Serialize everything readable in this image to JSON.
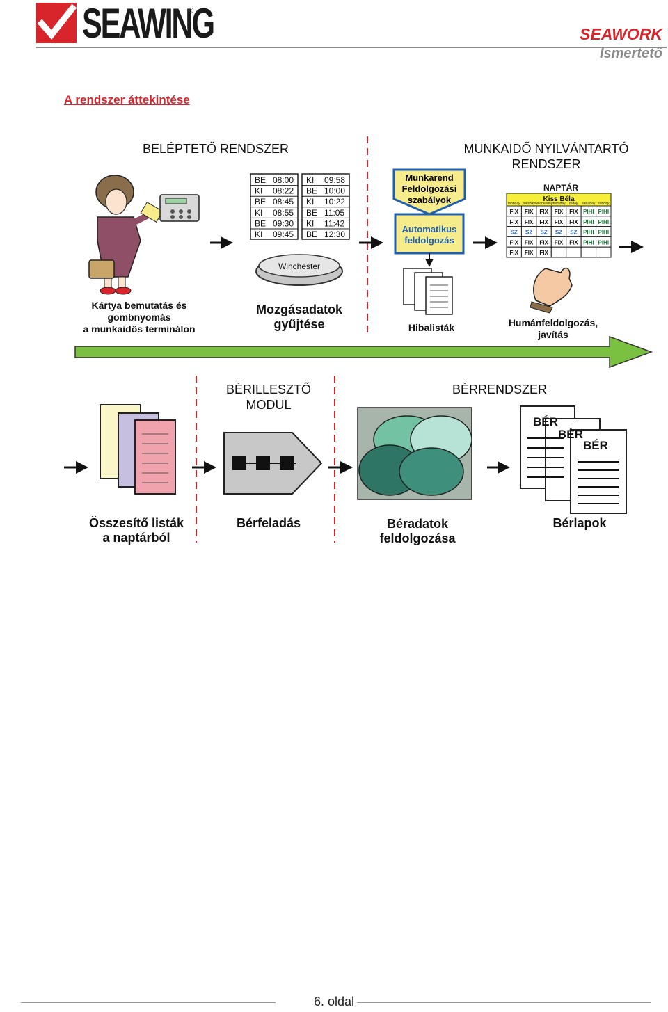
{
  "header": {
    "logo_text": "SEAWING",
    "logo_reg": "®",
    "product_name": "SEAWORK",
    "product_subtitle": "Ismertető"
  },
  "section_title": "A rendszer áttekintése",
  "top": {
    "entry_system_title": "BELÉPTETŐ RENDSZER",
    "time_system_title_line1": "MUNKAIDŐ NYILVÁNTARTÓ",
    "time_system_title_line2": "RENDSZER",
    "log_col1": [
      [
        "BE",
        "08:00"
      ],
      [
        "KI",
        "08:22"
      ],
      [
        "BE",
        "08:45"
      ],
      [
        "KI",
        "08:55"
      ],
      [
        "BE",
        "09:30"
      ],
      [
        "KI",
        "09:45"
      ]
    ],
    "log_col2": [
      [
        "KI",
        "09:58"
      ],
      [
        "BE",
        "10:00"
      ],
      [
        "KI",
        "10:22"
      ],
      [
        "BE",
        "11:05"
      ],
      [
        "KI",
        "11:42"
      ],
      [
        "BE",
        "12:30"
      ]
    ],
    "rules_box_lines": [
      "Munkarend",
      "Feldolgozási",
      "szabályok"
    ],
    "auto_box_lines": [
      "Automatikus",
      "feldolgozás"
    ],
    "winchester_label": "Winchester",
    "calendar_title": "NAPTÁR",
    "calendar_person": "Kiss Béla",
    "calendar_days": [
      "monday",
      "tuesday",
      "wednesday",
      "thursday",
      "friday",
      "saturday",
      "sunday"
    ],
    "calendar_rows": [
      [
        "FIX",
        "FIX",
        "FIX",
        "FIX",
        "FIX",
        "PIHI",
        "PIHI"
      ],
      [
        "FIX",
        "FIX",
        "FIX",
        "FIX",
        "FIX",
        "PIHI",
        "PIHI"
      ],
      [
        "SZ",
        "SZ",
        "SZ",
        "SZ",
        "SZ",
        "PIHI",
        "PIHI"
      ],
      [
        "FIX",
        "FIX",
        "FIX",
        "FIX",
        "FIX",
        "PIHI",
        "PIHI"
      ],
      [
        "FIX",
        "FIX",
        "FIX",
        "",
        "",
        "",
        ""
      ]
    ],
    "caption_card_lines": [
      "Kártya bemutatás és",
      "gombnyomás",
      "a munkaidős terminálon"
    ],
    "caption_collect_lines": [
      "Mozgásadatok",
      "gyűjtése"
    ],
    "caption_errors": "Hibalisták",
    "caption_human_lines": [
      "Humánfeldolgozás,",
      "javítás"
    ]
  },
  "bottom": {
    "module_title_line1": "BÉRILLESZTŐ",
    "module_title_line2": "MODUL",
    "payroll_title": "BÉRRENDSZER",
    "payslip_label": "BÉR",
    "caption_summary_lines": [
      "Összesítő listák",
      "a naptárból"
    ],
    "caption_transfer": "Bérfeladás",
    "caption_process_lines": [
      "Béradatok",
      "feldolgozása"
    ],
    "caption_payslips": "Bérlapok"
  },
  "colors": {
    "brand_red": "#d8252b",
    "arrow_green": "#7ac142",
    "calendar_yellow": "#f5ef3a",
    "box_blue": "#1f5fb0",
    "box_yellow": "#f6ec8c",
    "venn_dark": "#3e8f7c",
    "venn_mid": "#74c2a4",
    "venn_light": "#b6e3d5"
  },
  "footer": {
    "page_number": "6. oldal"
  }
}
